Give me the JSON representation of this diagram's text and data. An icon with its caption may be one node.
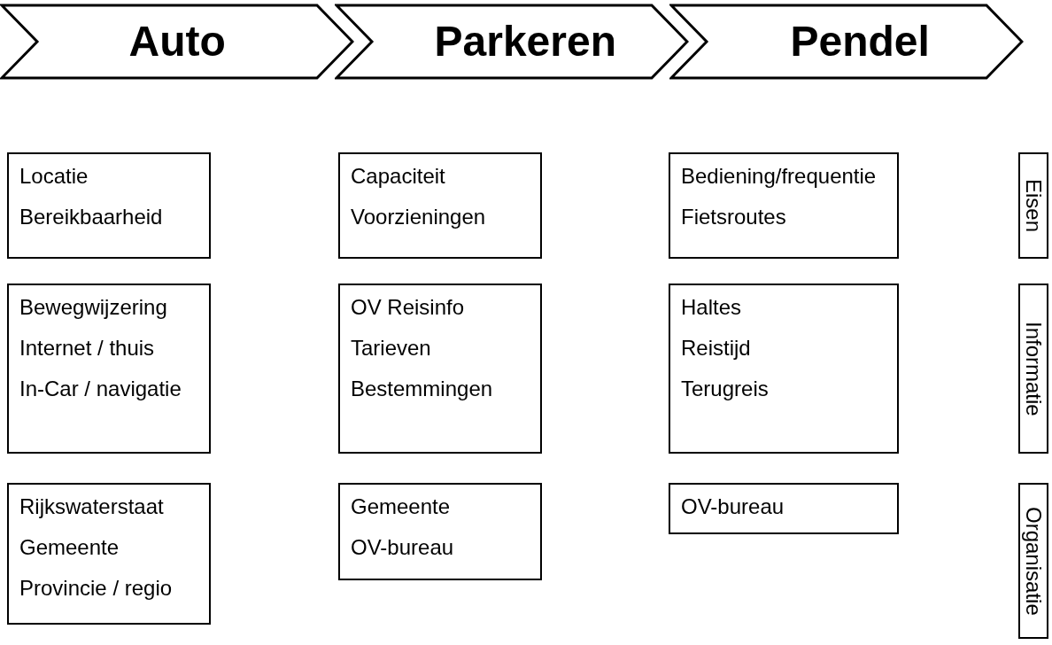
{
  "diagram": {
    "nodes": [
      {
        "text": [
          "Auto"
        ]
      },
      {
        "text": [
          "Parkeren"
        ]
      },
      {
        "text": [
          "Pendel"
        ]
      },
      {
        "text": [
          "Locatie",
          "Bereikbaarheid"
        ]
      },
      {
        "text": [
          "Capaciteit",
          "Voorzieningen"
        ]
      },
      {
        "text": [
          "Bediening/frequentie",
          "Fietsroutes"
        ]
      },
      {
        "text": [
          "Eisen"
        ]
      },
      {
        "text": [
          "Bewegwijzering",
          "Internet / thuis",
          "In-Car / navigatie"
        ]
      },
      {
        "text": [
          "OV Reisinfo",
          "Tarieven",
          "Bestemmingen"
        ]
      },
      {
        "text": [
          "Haltes",
          "Reistijd",
          "Terugreis"
        ]
      },
      {
        "text": [
          "Informatie"
        ]
      },
      {
        "text": [
          "Rijkswaterstaat",
          "Gemeente",
          "Provincie / regio"
        ]
      },
      {
        "text": [
          "Gemeente",
          "OV-bureau"
        ]
      },
      {
        "text": [
          "OV-bureau"
        ]
      },
      {
        "text": [
          "Organisatie"
        ]
      }
    ],
    "edges": []
  }
}
